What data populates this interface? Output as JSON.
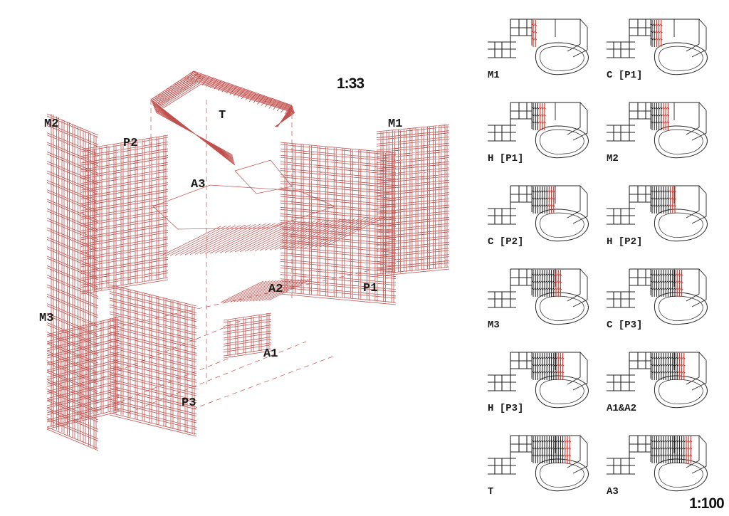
{
  "colors": {
    "structure": "#c0504d",
    "highlight": "#d8382e",
    "ink": "#222222",
    "background": "#ffffff"
  },
  "axonometric": {
    "scale": "1:33",
    "labels": {
      "M1": "M1",
      "M2": "M2",
      "M3": "M3",
      "P1": "P1",
      "P2": "P2",
      "P3": "P3",
      "T": "T",
      "A1": "A1",
      "A2": "A2",
      "A3": "A3"
    }
  },
  "sequence": {
    "scale": "1:100",
    "steps": [
      {
        "caption": "M1",
        "fill": 0.1
      },
      {
        "caption": "C [P1]",
        "fill": 0.25
      },
      {
        "caption": "H [P1]",
        "fill": 0.35
      },
      {
        "caption": "M2",
        "fill": 0.45
      },
      {
        "caption": "C [P2]",
        "fill": 0.55
      },
      {
        "caption": "H [P2]",
        "fill": 0.6
      },
      {
        "caption": "M3",
        "fill": 0.7
      },
      {
        "caption": "C [P3]",
        "fill": 0.75
      },
      {
        "caption": "H [P3]",
        "fill": 0.8
      },
      {
        "caption": "A1&A2",
        "fill": 0.85
      },
      {
        "caption": "T",
        "fill": 0.92
      },
      {
        "caption": "A3",
        "fill": 1.0
      }
    ]
  }
}
